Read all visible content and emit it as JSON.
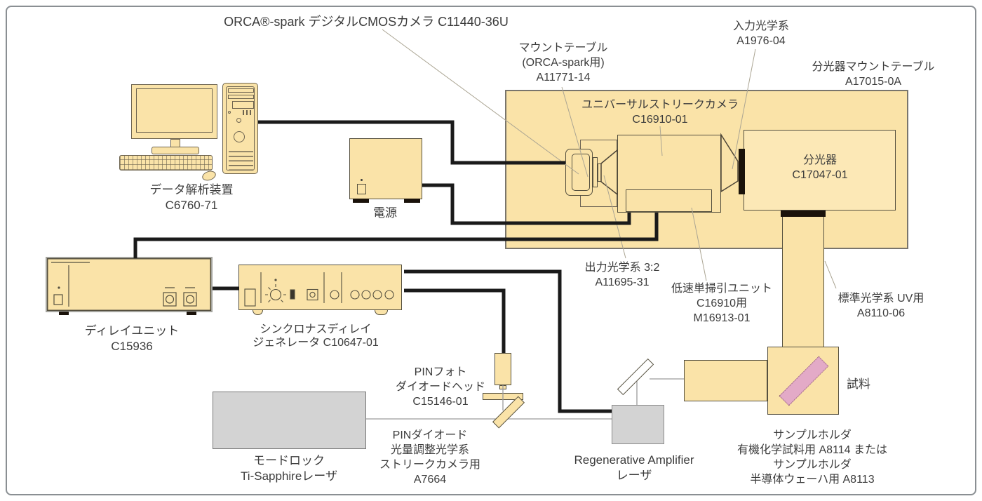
{
  "figure": {
    "background": "#ffffff",
    "border_color": "#8a8f93"
  },
  "colors": {
    "component_fill": "#fae3a8",
    "spectrograph_fill": "#fce8b6",
    "component_outline": "#55503f",
    "gray_fill": "#d3d3d3",
    "cable": "#1a1a1a",
    "beam_line": "#9b9b9b",
    "leader_line": "#aba593",
    "sample_pink": "#e3aac7",
    "slit_black": "#1a120a",
    "text": "#3c3c3c"
  },
  "labels": {
    "orca_camera": {
      "lines": [
        "ORCA®-spark デジタルCMOSカメラ  C11440-36U"
      ]
    },
    "mount_table": {
      "lines": [
        "マウントテーブル",
        "(ORCA-spark用)",
        "A11771-14"
      ]
    },
    "input_optics": {
      "lines": [
        "入力光学系",
        "A1976-04"
      ]
    },
    "spectrograph_mount_table": {
      "lines": [
        "分光器マウントテーブル",
        "A17015-0A"
      ]
    },
    "universal_streak_camera": {
      "lines": [
        "ユニバーサルストリークカメラ",
        "C16910-01"
      ]
    },
    "spectrograph": {
      "lines": [
        "分光器",
        "C17047-01"
      ]
    },
    "data_analysis": {
      "lines": [
        "データ解析装置",
        "C6760-71"
      ]
    },
    "power_supply": {
      "lines": [
        "電源"
      ]
    },
    "output_optics": {
      "lines": [
        "出力光学系 3:2",
        "A11695-31"
      ]
    },
    "slow_sweep_unit": {
      "lines": [
        "低速単掃引ユニット",
        "C16910用",
        "M16913-01"
      ]
    },
    "standard_optics": {
      "lines": [
        "標準光学系 UV用",
        "A8110-06"
      ]
    },
    "delay_unit": {
      "lines": [
        "ディレイユニット",
        "C15936"
      ]
    },
    "sync_delay_generator": {
      "lines": [
        "シンクロナスディレイ",
        "ジェネレータ C10647-01"
      ]
    },
    "pin_photodiode_head": {
      "lines": [
        "PINフォト",
        "ダイオードヘッド",
        "C15146-01"
      ]
    },
    "pin_diode_optics": {
      "lines": [
        "PINダイオード",
        "光量調整光学系",
        "ストリークカメラ用",
        "A7664"
      ]
    },
    "mode_lock_laser": {
      "lines": [
        "モードロック",
        "Ti-Sapphireレーザ"
      ]
    },
    "regenerative_amplifier": {
      "lines": [
        "Regenerative Amplifier",
        "レーザ"
      ]
    },
    "sample": {
      "lines": [
        "試料"
      ]
    },
    "sample_holder": {
      "lines": [
        "サンプルホルダ",
        "有機化学試料用 A8114 または",
        "サンプルホルダ",
        "半導体ウェーハ用 A8113"
      ]
    }
  }
}
